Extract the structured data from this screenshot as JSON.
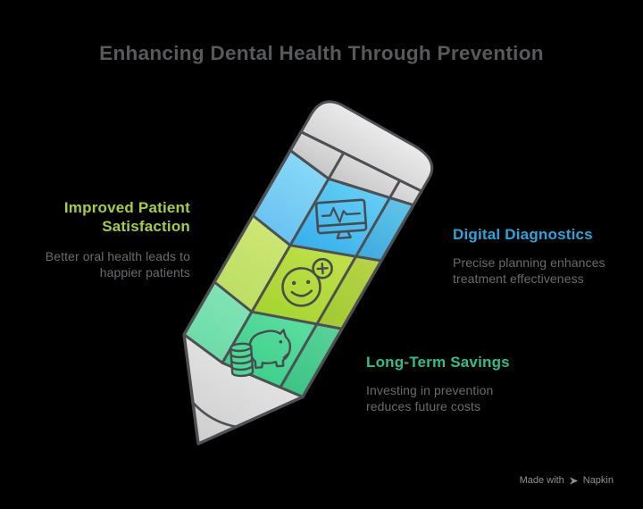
{
  "title": {
    "text": "Enhancing Dental Health Through Prevention",
    "color": "#58595b"
  },
  "sections": [
    {
      "heading": "Improved Patient\nSatisfaction",
      "body": "Better oral health leads to\nhappier patients",
      "accent": "#a6ce39",
      "icon": "smiley-plus-icon",
      "pencil_segment": "yellow-green"
    },
    {
      "heading": "Digital Diagnostics",
      "body": "Precise planning enhances\ntreatment effectiveness",
      "accent": "#2aa5dc",
      "icon": "monitor-pulse-icon",
      "pencil_segment": "blue"
    },
    {
      "heading": "Long-Term Savings",
      "body": "Investing in prevention\nreduces future costs",
      "accent": "#2ebe8e",
      "icon": "piggy-bank-icon",
      "pencil_segment": "green"
    }
  ],
  "pencil": {
    "segment_colors": {
      "blue": "#45bff0",
      "yellow_green": "#b3da3c",
      "green": "#4bd896",
      "eraser": "#d9d9d9",
      "tip": "#d6d6d6",
      "outline": "#4e4f52"
    }
  },
  "watermark": {
    "prefix": "Made with",
    "brand": "Napkin",
    "color": "#8f9092"
  }
}
